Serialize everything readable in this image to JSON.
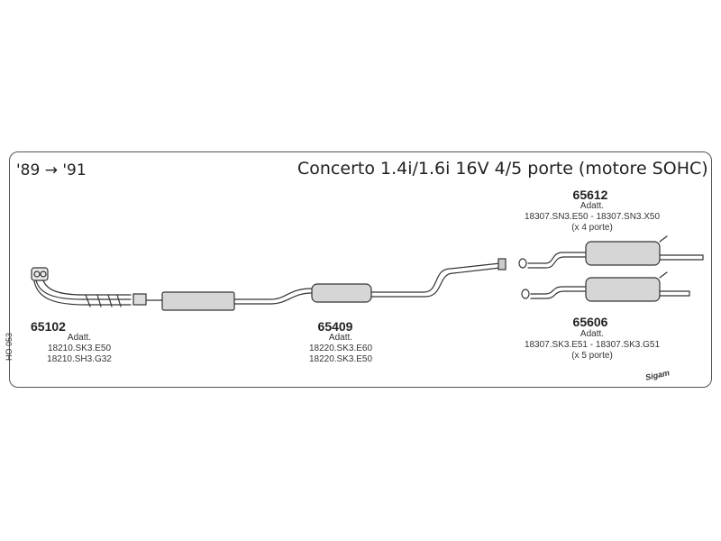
{
  "header": {
    "years": "'89 → '91",
    "title": "Concerto 1.4i/1.6i 16V 4/5 porte (motore SOHC)"
  },
  "parts": {
    "p65102": {
      "code": "65102",
      "adatt": "Adatt.",
      "refs": [
        "18210.SK3.E50",
        "18210.SH3.G32"
      ]
    },
    "p65409": {
      "code": "65409",
      "adatt": "Adatt.",
      "refs": [
        "18220.SK3.E60",
        "18220.SK3.E50"
      ]
    },
    "p65612": {
      "code": "65612",
      "adatt": "Adatt.",
      "refs": [
        "18307.SN3.E50 - 18307.SN3.X50"
      ],
      "note": "(x 4 porte)"
    },
    "p65606": {
      "code": "65606",
      "adatt": "Adatt.",
      "refs": [
        "18307.SK3.E51 - 18307.SK3.G51"
      ],
      "note": "(x 5 porte)"
    }
  },
  "side_label": "HO 053",
  "brand": "Sigam"
}
